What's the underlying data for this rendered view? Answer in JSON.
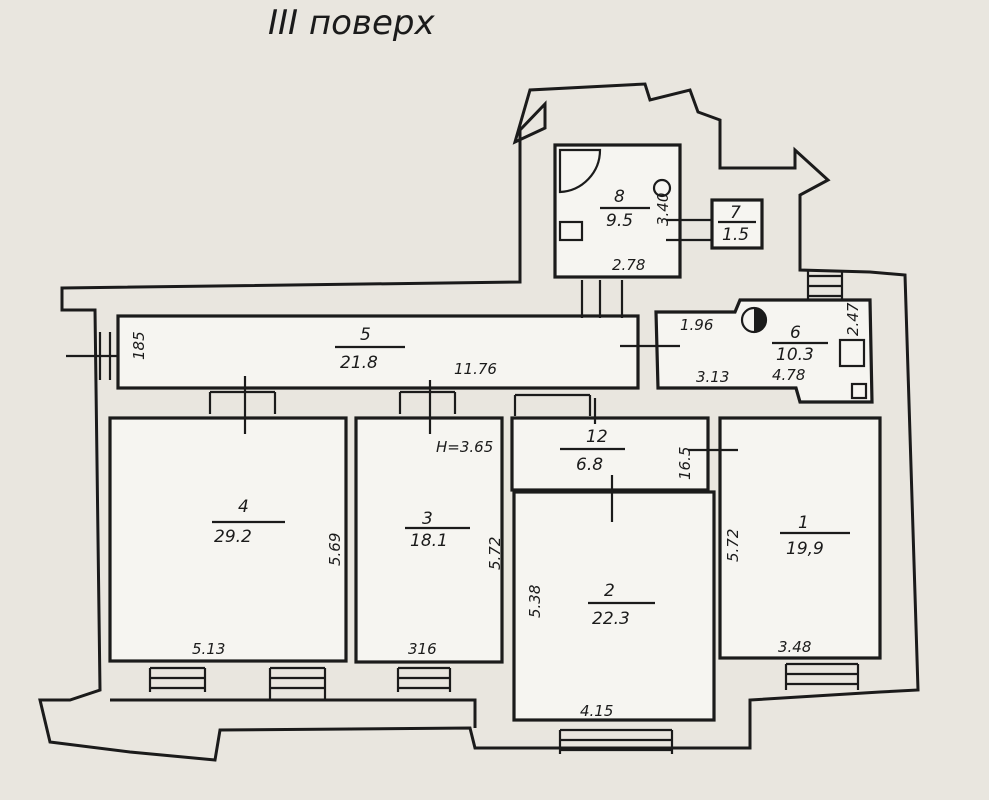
{
  "plan": {
    "title": "III поверх",
    "rooms": [
      {
        "number": "1",
        "area": "19,9",
        "dims": [
          "5.72",
          "3.48"
        ]
      },
      {
        "number": "2",
        "area": "22.3",
        "dims": [
          "5.38",
          "4.15"
        ]
      },
      {
        "number": "3",
        "area": "18.1",
        "dims": [
          "5.72",
          "316"
        ]
      },
      {
        "number": "4",
        "area": "29.2",
        "dims": [
          "5.69",
          "5.13"
        ]
      },
      {
        "number": "5",
        "area": "21.8",
        "dims": [
          "185",
          "11.76"
        ]
      },
      {
        "number": "6",
        "area": "10.3",
        "dims": [
          "1.96",
          "2.47",
          "3.13",
          "4.78"
        ]
      },
      {
        "number": "7",
        "area": "1.5"
      },
      {
        "number": "8",
        "area": "9.5",
        "dims": [
          "3.40",
          "2.78"
        ]
      },
      {
        "number": "12",
        "area": "6.8",
        "dims": [
          "16.5"
        ]
      }
    ],
    "ceiling_height": "H=3.65"
  }
}
